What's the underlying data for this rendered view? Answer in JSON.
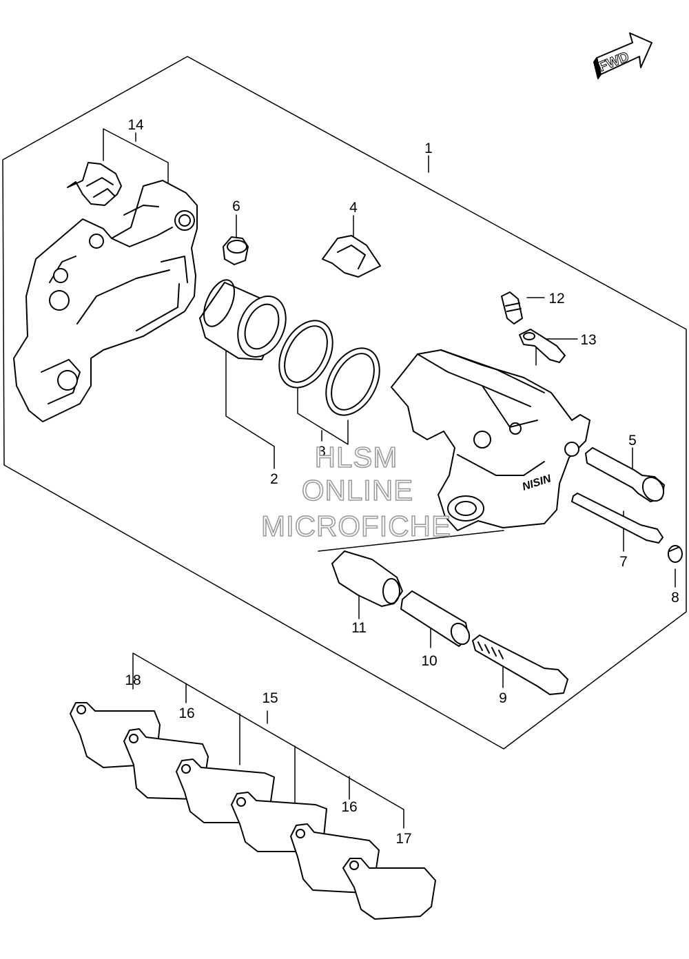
{
  "direction_badge": {
    "label": "FWD"
  },
  "callouts": {
    "c1": "1",
    "c2": "2",
    "c3": "3",
    "c4": "4",
    "c5": "5",
    "c6": "6",
    "c7": "7",
    "c8": "8",
    "c9": "9",
    "c10": "10",
    "c11": "11",
    "c12": "12",
    "c13": "13",
    "c14": "14",
    "c15": "15",
    "c16a": "16",
    "c16b": "16",
    "c17": "17",
    "c18": "18"
  },
  "watermark": {
    "line1": "HLSM",
    "line2": "ONLINE",
    "line3": "MICROFICHE"
  },
  "colors": {
    "line": "#000000",
    "background": "#ffffff",
    "watermark_outline": "#9a9a9a"
  }
}
